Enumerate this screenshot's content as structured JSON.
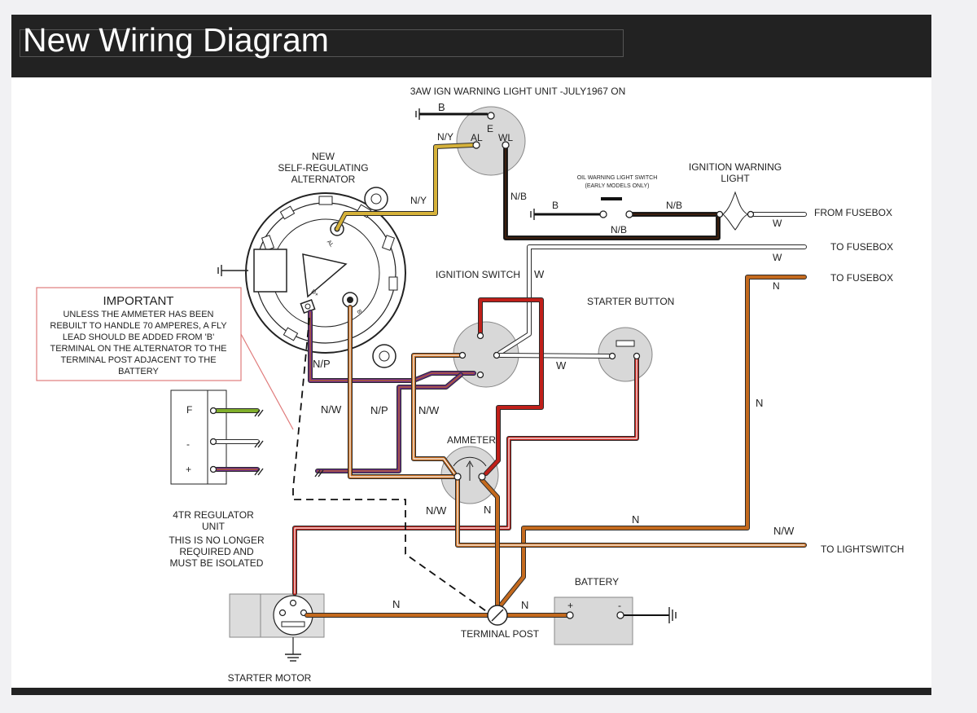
{
  "page": {
    "title": "New Wiring Diagram"
  },
  "labels": {
    "warning_unit": "3AW IGN WARNING LIGHT UNIT -JULY1967 ON",
    "unit_B": "B",
    "unit_E": "E",
    "unit_NY": "N/Y",
    "unit_AL": "AL",
    "unit_WL": "WL",
    "alt_line1": "NEW",
    "alt_line2": "SELF-REGULATING",
    "alt_line3": "ALTERNATOR",
    "alt_AL": "AL",
    "alt_Dplus": "D+",
    "alt_B": "B",
    "wire_NY": "N/Y",
    "wire_NB_vertical": "N/B",
    "oil_switch_line1": "OIL WARNING LIGHT SWITCH",
    "oil_switch_line2": "(EARLY MODELS ONLY)",
    "oil_B": "B",
    "oil_NB_top": "N/B",
    "oil_NB_bottom": "N/B",
    "ign_warning_line1": "IGNITION WARNING",
    "ign_warning_line2": "LIGHT",
    "from_fusebox_W": "W",
    "from_fusebox": "FROM FUSEBOX",
    "to_fusebox_1": "TO FUSEBOX",
    "to_fusebox_1_W": "W",
    "to_fusebox_2": "TO FUSEBOX",
    "to_fusebox_2_N": "N",
    "ignition_switch": "IGNITION SWITCH",
    "ign_W": "W",
    "starter_button": "STARTER BUTTON",
    "starter_W": "W",
    "wire_NP_upper": "N/P",
    "wire_NW_left": "N/W",
    "wire_NP_mid": "N/P",
    "wire_NW_mid": "N/W",
    "wire_N_right": "N",
    "ammeter": "AMMETER",
    "amm_NW": "N/W",
    "amm_N": "N",
    "wire_N_long": "N",
    "wire_NW_light": "N/W",
    "to_lightswitch": "TO LIGHTSWITCH",
    "battery": "BATTERY",
    "bat_plus": "+",
    "bat_minus": "-",
    "wire_N_starter": "N",
    "wire_N_battery": "N",
    "terminal_post": "TERMINAL POST",
    "starter_motor": "STARTER MOTOR",
    "reg_F": "F",
    "reg_minus": "-",
    "reg_plus": "+",
    "reg_line1": "4TR REGULATOR",
    "reg_line2": "UNIT",
    "reg_line3": "THIS IS NO LONGER",
    "reg_line4": "REQUIRED AND",
    "reg_line5": "MUST BE ISOLATED",
    "important_title": "IMPORTANT",
    "important_line1": "UNLESS THE AMMETER HAS BEEN",
    "important_line2": "REBUILT TO HANDLE 70 AMPERES, A FLY",
    "important_line3": "LEAD SHOULD BE ADDED FROM 'B'",
    "important_line4": "TERMINAL ON THE ALTERNATOR TO THE",
    "important_line5": "TERMINAL POST ADJACENT TO THE",
    "important_line6": "BATTERY"
  },
  "colors": {
    "brown": "#c46a1e",
    "red": "#c0201a",
    "purple": "#6a2c8a",
    "green": "#7fae2a",
    "yellow": "#d6b23a",
    "white": "#ffffff",
    "black": "#111111",
    "header": "#222222",
    "callout_border": "#e07b7b"
  }
}
